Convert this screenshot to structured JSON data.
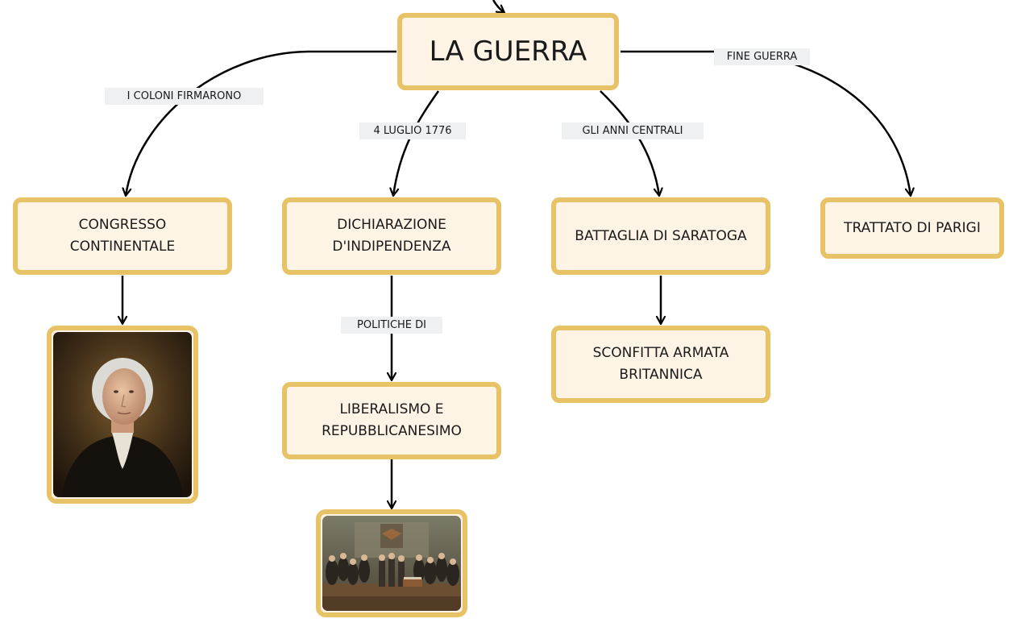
{
  "nodes": {
    "main": "LA GUERRA",
    "congresso": "CONGRESSO CONTINENTALE",
    "dichiarazione": "DICHIARAZIONE D'INDIPENDENZA",
    "saratoga": "BATTAGLIA DI SARATOGA",
    "trattato": "TRATTATO DI PARIGI",
    "sconfitta": "SCONFITTA ARMATA BRITANNICA",
    "liberalismo": "LIBERALISMO E REPUBBLICANESIMO"
  },
  "links": {
    "coloni": "I COLONI FIRMARONO",
    "luglio": "4 LUGLIO 1776",
    "anni_centrali": "GLI ANNI CENTRALI",
    "fine_guerra": "FINE GUERRA",
    "politiche": "POLITICHE DI"
  },
  "colors": {
    "node_border": "#e8c266",
    "node_fill": "#fef4e6",
    "label_fill": "#eef0f2",
    "line": "#000000"
  }
}
